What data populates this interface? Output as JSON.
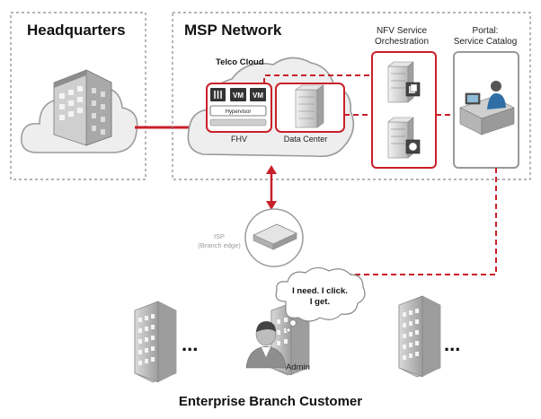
{
  "headquarters": {
    "title": "Headquarters"
  },
  "msp": {
    "title": "MSP Network",
    "telco_cloud": "Telco Cloud",
    "vm_label": "VM",
    "hypervisor": "Hypervisor",
    "fhv": "FHV",
    "data_center": "Data Center"
  },
  "nfv": {
    "line1": "NFV Service",
    "line2": "Orchestration"
  },
  "portal": {
    "line1": "Portal:",
    "line2": "Service Catalog"
  },
  "isp": {
    "line1": "ISP",
    "line2": "(Branch edge)"
  },
  "bubble": {
    "line1": "I need. I click.",
    "line2": "I get."
  },
  "admin": {
    "label": "Admin"
  },
  "ellipsis": "...",
  "footer": {
    "title": "Enterprise Branch Customer"
  },
  "colors": {
    "accent": "#c8202a",
    "dashed_border": "#888888",
    "cloud_fill": "#eeeeee",
    "cloud_stroke": "#9a9a9a"
  }
}
